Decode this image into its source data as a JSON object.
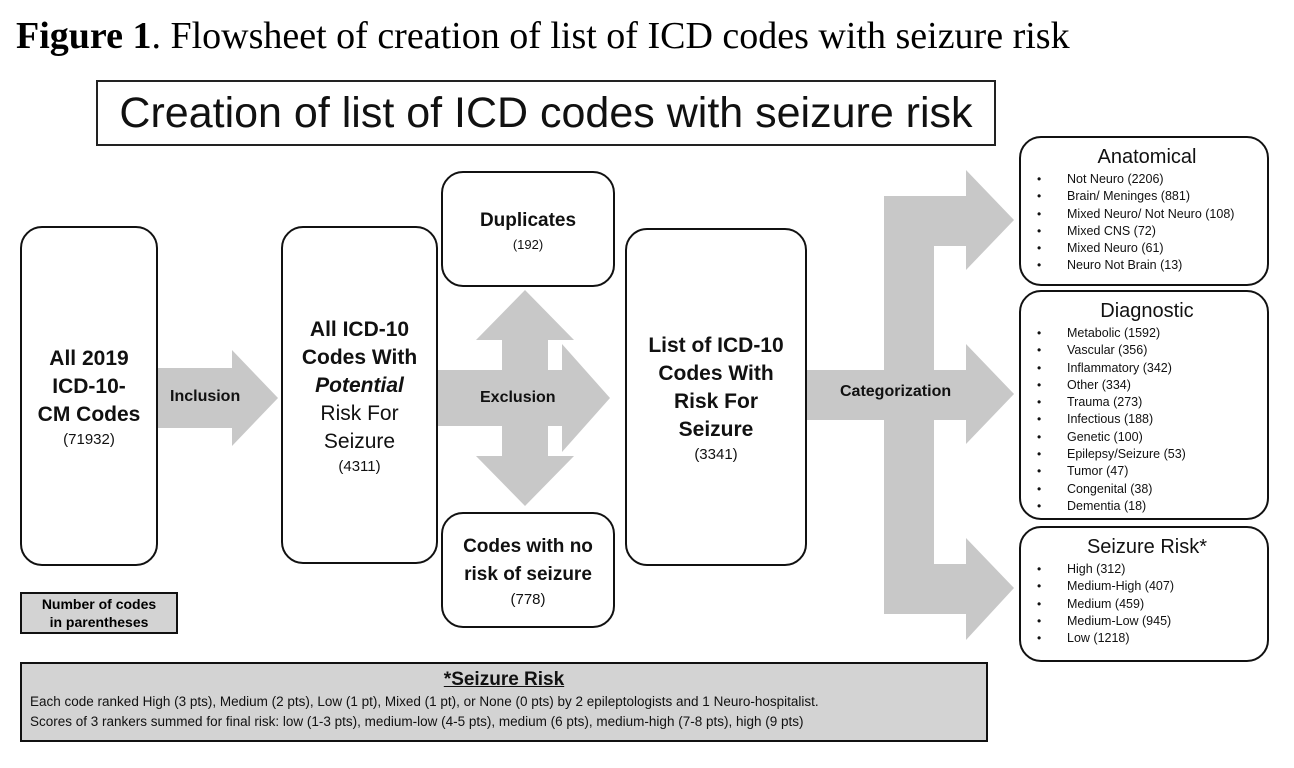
{
  "caption": {
    "label": "Figure 1",
    "text": ". Flowsheet of creation of list of ICD codes with seizure risk"
  },
  "title": "Creation of list of ICD codes with seizure risk",
  "nodes": {
    "all_codes": {
      "lines": [
        "All 2019",
        "ICD-10-",
        "CM Codes"
      ],
      "count": "(71932)"
    },
    "potential": {
      "line1": "All ICD-10",
      "line2": "Codes With",
      "line3": "Potential",
      "line4": "Risk For",
      "line5": "Seizure",
      "count": "(4311)"
    },
    "duplicates": {
      "label": "Duplicates",
      "count": "(192)"
    },
    "no_risk": {
      "lines": [
        "Codes with no",
        "risk of seizure"
      ],
      "count": "(778)"
    },
    "final_list": {
      "lines": [
        "List of ICD-10",
        "Codes With",
        "Risk For",
        "Seizure"
      ],
      "count": "(3341)"
    }
  },
  "arrow_labels": {
    "inclusion": "Inclusion",
    "exclusion": "Exclusion",
    "categorization": "Categorization"
  },
  "categories": {
    "anatomical": {
      "title": "Anatomical",
      "items": [
        "Not Neuro (2206)",
        "Brain/ Meninges (881)",
        "Mixed Neuro/ Not Neuro (108)",
        "Mixed CNS (72)",
        "Mixed Neuro (61)",
        "Neuro Not Brain (13)"
      ]
    },
    "diagnostic": {
      "title": "Diagnostic",
      "items": [
        "Metabolic (1592)",
        "Vascular (356)",
        "Inflammatory (342)",
        "Other (334)",
        "Trauma (273)",
        "Infectious (188)",
        "Genetic (100)",
        "Epilepsy/Seizure (53)",
        "Tumor (47)",
        "Congenital (38)",
        "Dementia (18)"
      ]
    },
    "seizure_risk": {
      "title": "Seizure Risk*",
      "items": [
        "High (312)",
        "Medium-High (407)",
        "Medium (459)",
        "Medium-Low (945)",
        "Low (1218)"
      ]
    }
  },
  "legend": {
    "line1": "Number of codes",
    "line2": "in parentheses"
  },
  "note": {
    "title": "*Seizure Risk",
    "line1": "Each code ranked High (3 pts), Medium (2 pts), Low (1 pt), Mixed (1 pt), or None (0 pts) by 2 epileptologists and 1 Neuro-hospitalist.",
    "line2": "Scores of 3 rankers summed for final risk: low (1-3 pts), medium-low (4-5 pts), medium (6 pts), medium-high (7-8 pts), high (9 pts)"
  },
  "colors": {
    "arrow_fill": "#c8c8c8",
    "box_fill": "#d3d3d3",
    "border": "#111111"
  }
}
